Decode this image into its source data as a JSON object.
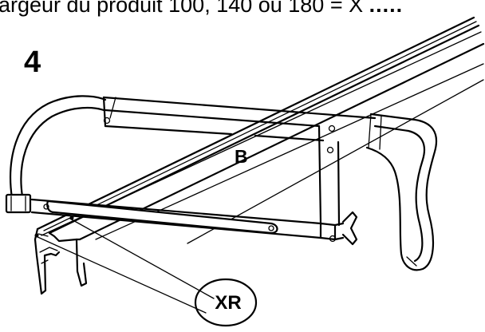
{
  "caption": {
    "lead": "argeur du produit 100, 140 ou 180 = X",
    "dots": "....."
  },
  "step_number": "4",
  "labels": {
    "part_b": "B",
    "part_xr": "XR"
  },
  "icons": [
    "hacksaw-icon",
    "rail-profile-icon",
    "callout-circle-icon"
  ]
}
